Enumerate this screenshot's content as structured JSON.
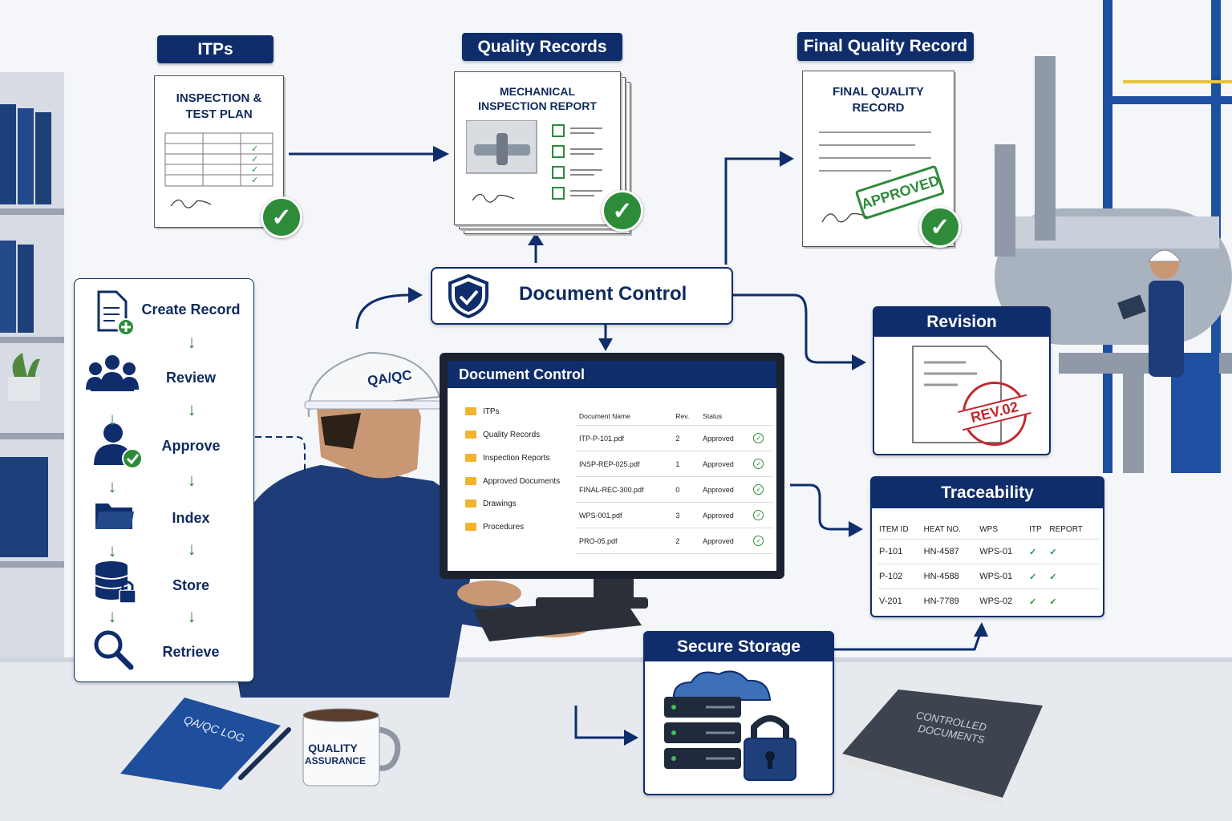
{
  "headers": {
    "itps": "ITPs",
    "quality_records": "Quality Records",
    "final_quality_record": "Final Quality Record"
  },
  "itp_doc": {
    "title_line1": "INSPECTION &",
    "title_line2": "TEST PLAN"
  },
  "report_doc": {
    "title_line1": "MECHANICAL",
    "title_line2": "INSPECTION REPORT"
  },
  "final_doc": {
    "title_line1": "FINAL QUALITY",
    "title_line2": "RECORD",
    "stamp": "APPROVED"
  },
  "document_control": {
    "label": "Document Control"
  },
  "workflow": {
    "steps": [
      "Create Record",
      "Review",
      "Approve",
      "Index",
      "Store",
      "Retrieve"
    ]
  },
  "worker": {
    "helmet_text": "QA/QC"
  },
  "screen": {
    "title": "Document Control",
    "folders": [
      "ITPs",
      "Quality Records",
      "Inspection Reports",
      "Approved Documents",
      "Drawings",
      "Procedures"
    ],
    "columns": [
      "Document Name",
      "Rev.",
      "Status"
    ],
    "rows": [
      {
        "name": "ITP-P-101.pdf",
        "rev": "2",
        "status": "Approved"
      },
      {
        "name": "INSP-REP-025.pdf",
        "rev": "1",
        "status": "Approved"
      },
      {
        "name": "FINAL-REC-300.pdf",
        "rev": "0",
        "status": "Approved"
      },
      {
        "name": "WPS-001.pdf",
        "rev": "3",
        "status": "Approved"
      },
      {
        "name": "PRO-05.pdf",
        "rev": "2",
        "status": "Approved"
      }
    ]
  },
  "revision": {
    "title": "Revision",
    "stamp": "REV.02"
  },
  "traceability": {
    "title": "Traceability",
    "columns": [
      "ITEM ID",
      "HEAT NO.",
      "WPS",
      "ITP",
      "REPORT"
    ],
    "rows": [
      {
        "item": "P-101",
        "heat": "HN-4587",
        "wps": "WPS-01"
      },
      {
        "item": "P-102",
        "heat": "HN-4588",
        "wps": "WPS-01"
      },
      {
        "item": "V-201",
        "heat": "HN-7789",
        "wps": "WPS-02"
      }
    ]
  },
  "secure_storage": {
    "title": "Secure Storage"
  },
  "desk": {
    "notebook": "QA/QC LOG",
    "mug_line1": "QUALITY",
    "mug_line2": "ASSURANCE",
    "binder_line1": "CONTROLLED",
    "binder_line2": "DOCUMENTS"
  },
  "colors": {
    "navy": "#0f2d6b",
    "green": "#2e8b3a",
    "red": "#c0282d"
  }
}
